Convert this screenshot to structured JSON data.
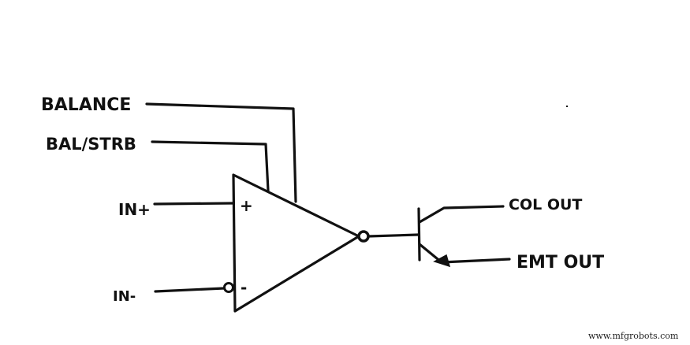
{
  "diagram": {
    "type": "comparator-schematic",
    "labels": {
      "balance": "BALANCE",
      "bal_strb": "BAL/STRB",
      "in_plus": "IN+",
      "in_minus": "IN-",
      "col_out": "COL OUT",
      "emt_out": "EMT OUT",
      "plus_sign": "+",
      "minus_sign": "-"
    },
    "watermark": "www.mfgrobots.com",
    "colors": {
      "ink": "#111111",
      "background": "#ffffff"
    }
  }
}
